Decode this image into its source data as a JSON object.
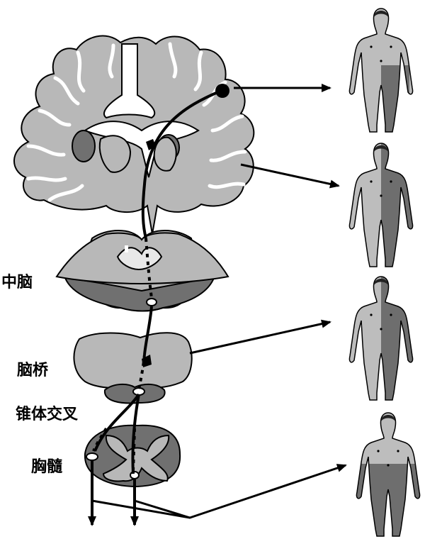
{
  "labels": {
    "midbrain": "中脑",
    "pons": "脑桥",
    "decussation": "锥体交叉",
    "thoracic_cord": "胸髓"
  },
  "colors": {
    "tissue_light": "#b8b8b8",
    "tissue_dark": "#707070",
    "body_light": "#bdbdbd",
    "body_dark": "#6e6e6e",
    "line": "#000000",
    "background": "#ffffff"
  },
  "figures": [
    {
      "pattern": "left-leg-shaded"
    },
    {
      "pattern": "left-half-shaded"
    },
    {
      "pattern": "left-half-shaded"
    },
    {
      "pattern": "lower-body-shaded"
    }
  ]
}
